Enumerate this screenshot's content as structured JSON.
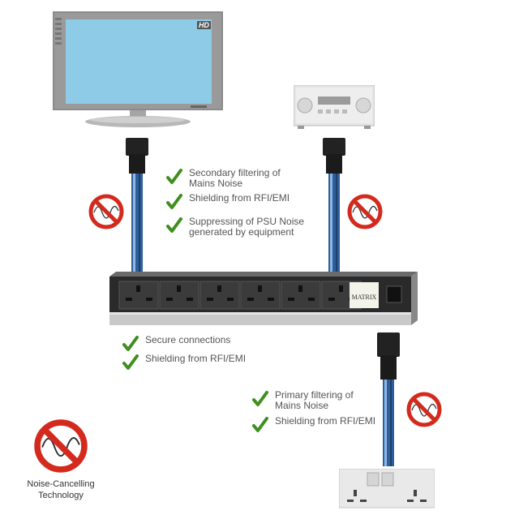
{
  "upper_features": [
    {
      "text": "Secondary filtering of\nMains Noise"
    },
    {
      "text": "Shielding from RFI/EMI"
    },
    {
      "text": "Suppressing of PSU Noise\ngenerated by equipment"
    }
  ],
  "middle_features": [
    {
      "text": "Secure connections"
    },
    {
      "text": "Shielding from RFI/EMI"
    }
  ],
  "lower_features": [
    {
      "text": "Primary filtering of\nMains Noise"
    },
    {
      "text": "Shielding from RFI/EMI"
    }
  ],
  "tv": {
    "badge": "HD"
  },
  "power_strip": {
    "label": "MATRIX"
  },
  "legend": {
    "caption": "Noise-Cancelling\nTechnology"
  },
  "colors": {
    "check": "#3e8f1e",
    "cable": "#2f5f9a",
    "no_sign": "#d42a1e",
    "tv_screen": "#8ecbe6"
  },
  "icons": [
    "checkmark-icon",
    "noise-cancelling-icon"
  ]
}
